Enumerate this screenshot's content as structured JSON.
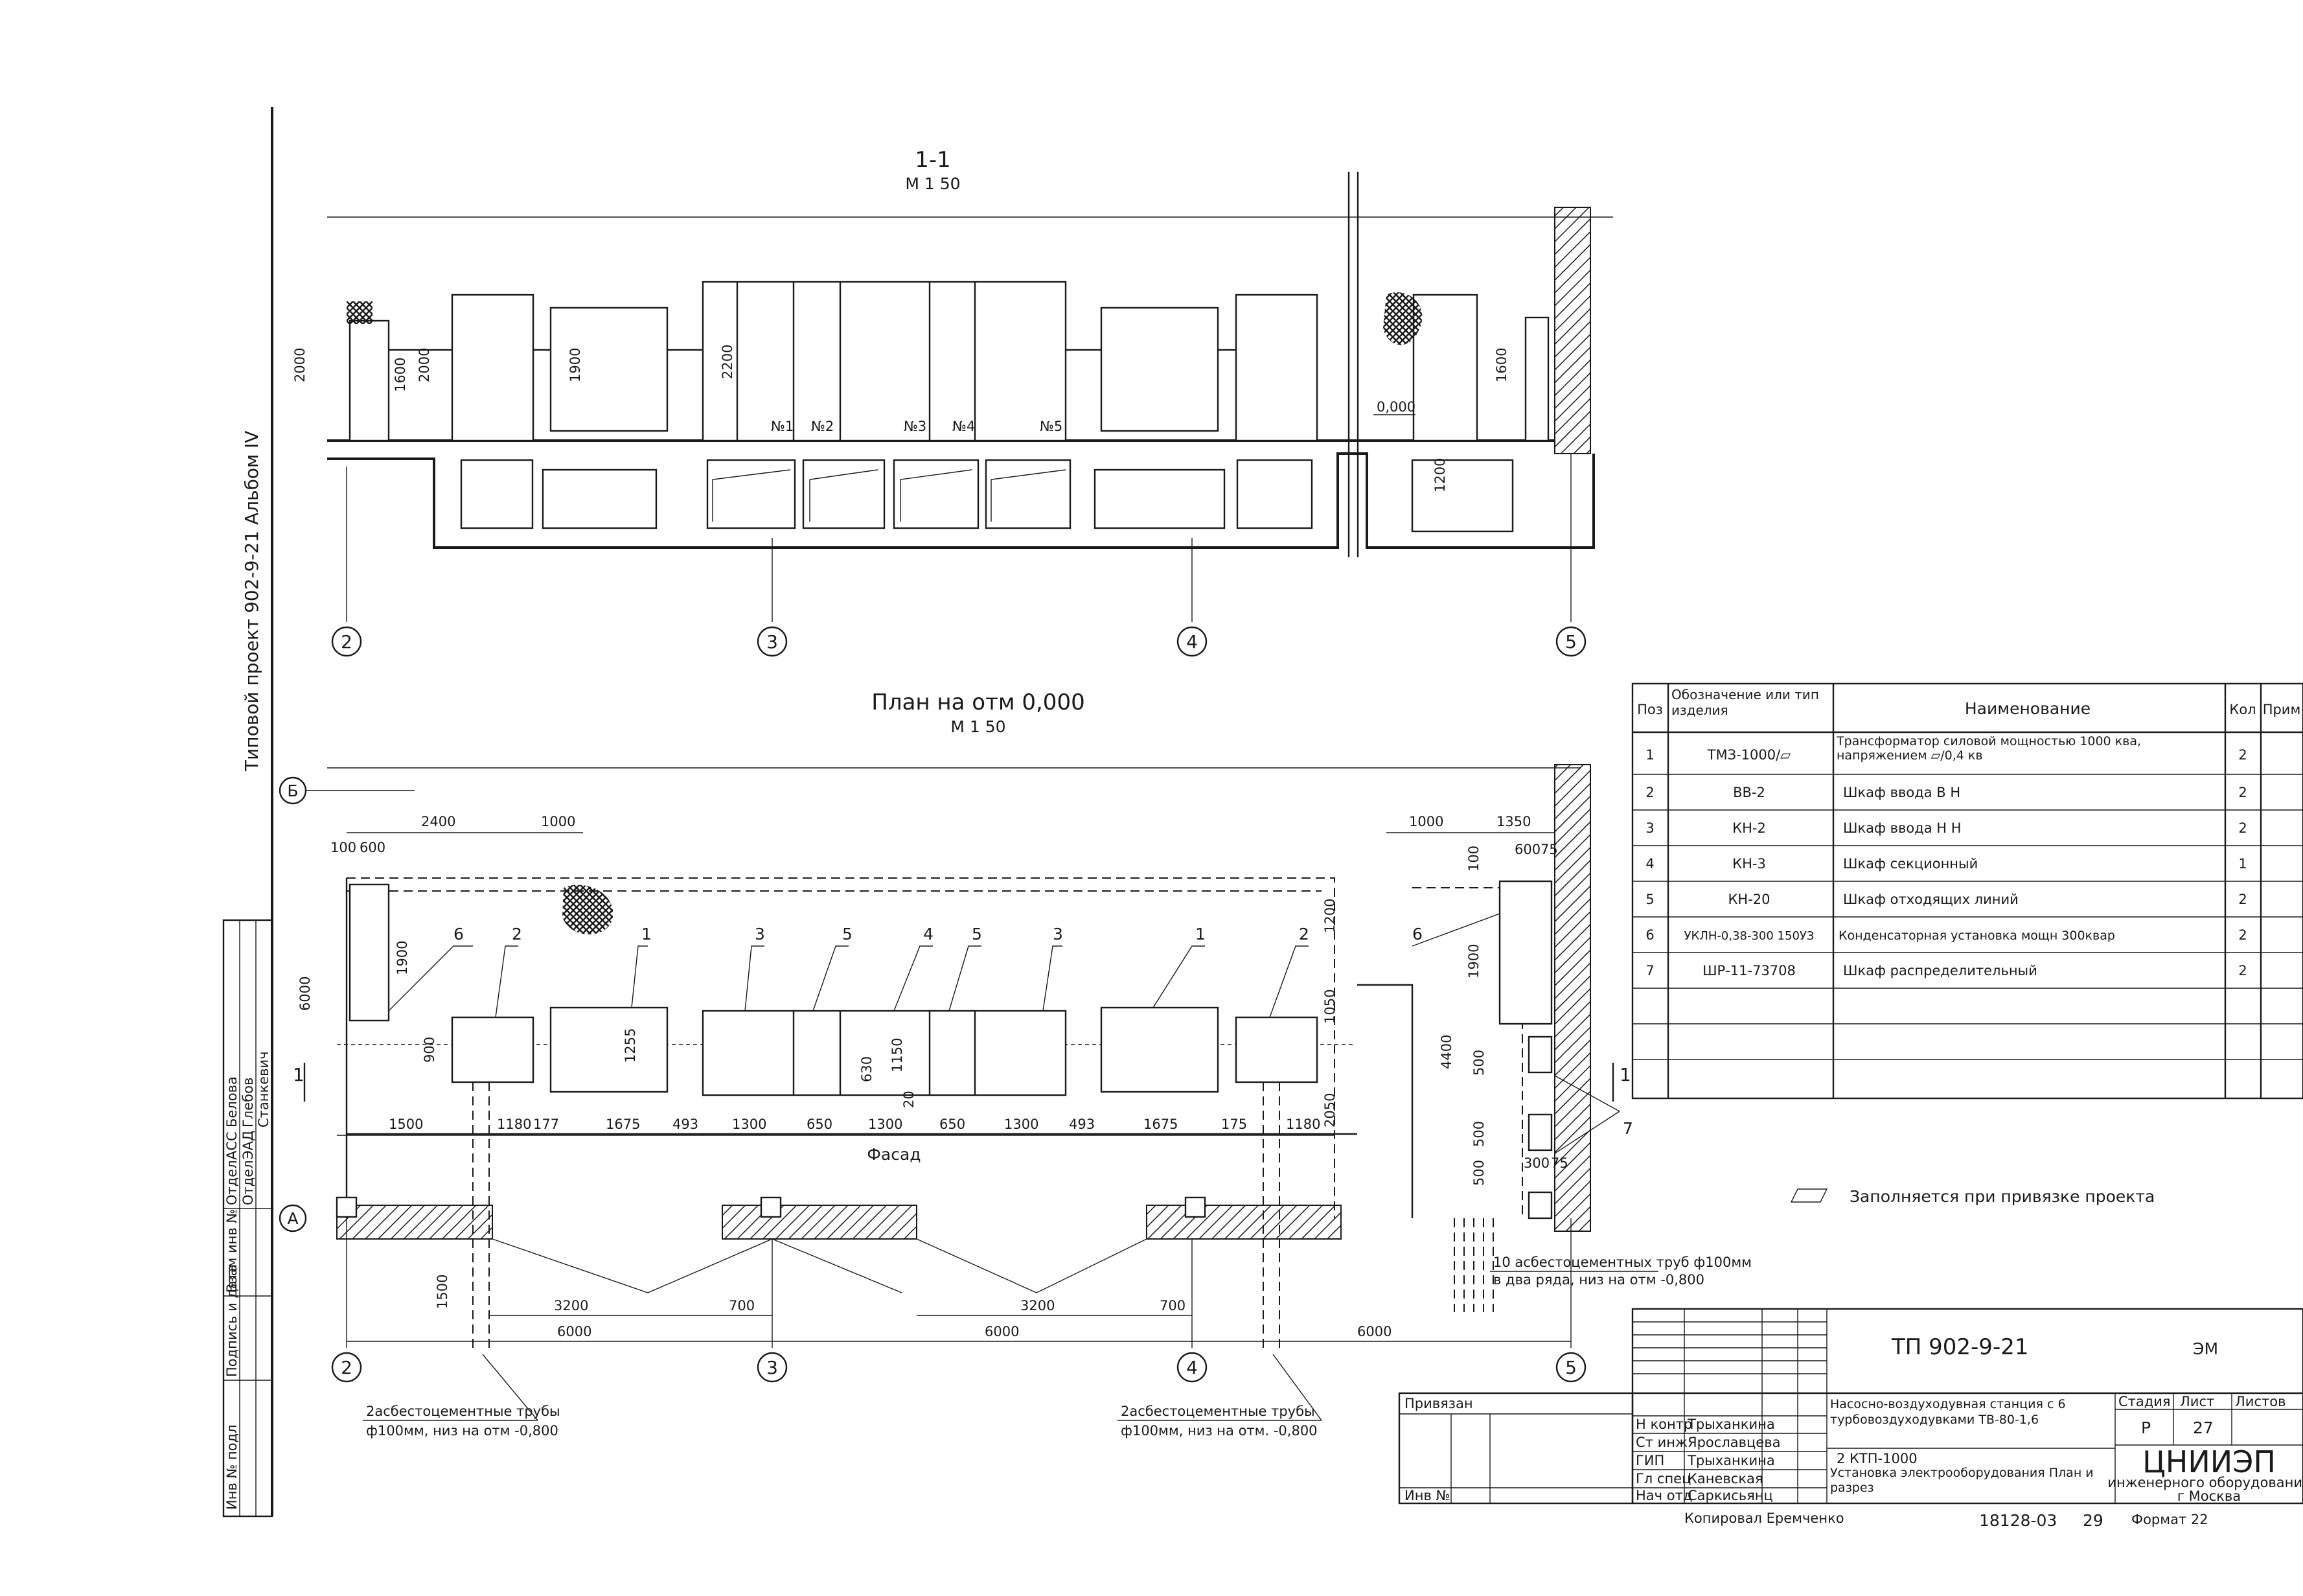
{
  "section": {
    "title": "1-1",
    "scale": "М 1 50"
  },
  "plan": {
    "title": "План  на  отм  0,000",
    "scale": "М 1 50",
    "facade_label": "Фасад"
  },
  "vertical_title": "Типовой  проект   902-9-21          Альбом IV",
  "section_dims": {
    "h_2000a": "2000",
    "h_2000b": "2000",
    "h_1600a": "1600",
    "h_1900": "1900",
    "h_2200": "2200",
    "h_1600b": "1600",
    "h_1200": "1200",
    "level": "0,000",
    "n1": "№1",
    "n2": "№2",
    "n3": "№3",
    "n4": "№4",
    "n5": "№5"
  },
  "plan_dims": {
    "d2400": "2400",
    "d1000a": "1000",
    "d100a": "100",
    "d600a": "600",
    "d6000v": "6000",
    "d1900a": "1900",
    "d900": "900",
    "d1255": "1255",
    "d630": "630",
    "d1150": "1150",
    "d20": "20",
    "d1200": "1200",
    "d1050": "1050",
    "d2050": "2050",
    "d1000b": "1000",
    "d1350": "1350",
    "d100b": "100",
    "d600b": "600",
    "d75a": "75",
    "d1900b": "1900",
    "d4400": "4400",
    "d500a": "500",
    "d500b": "500",
    "d500c": "500",
    "d300": "300",
    "d75b": "75",
    "row": [
      "1500",
      "1180",
      "177",
      "1675",
      "493",
      "1300",
      "650",
      "1300",
      "650",
      "1300",
      "493",
      "1675",
      "175",
      "1180"
    ],
    "d1500v": "1500",
    "d3200a": "3200",
    "d700a": "700",
    "d3200b": "3200",
    "d700b": "700",
    "d6000a": "6000",
    "d6000b": "6000",
    "d6000c": "6000"
  },
  "axes": {
    "a2": "2",
    "a3": "3",
    "a4": "4",
    "a5": "5",
    "aA": "А",
    "aB": "Б",
    "sec1": "1"
  },
  "callouts": {
    "c6a": "6",
    "c2a": "2",
    "c1a": "1",
    "c3a": "3",
    "c5a": "5",
    "c4": "4",
    "c5b": "5",
    "c3b": "3",
    "c1b": "1",
    "c2b": "2",
    "c6b": "6",
    "c7": "7"
  },
  "notes": {
    "pipes_left_1": "2асбестоцементные трубы",
    "pipes_left_2": "ф100мм, низ на отм -0,800",
    "pipes_right_1": "2асбестоцементные трубы",
    "pipes_right_2": "ф100мм, низ на отм. -0,800",
    "pipes_10_1": "10 асбестоцементных труб ф100мм",
    "pipes_10_2": "в два ряда, низ на отм -0,800",
    "fill_note": "Заполняется при привязке проекта"
  },
  "spec_table": {
    "headers": [
      "Поз",
      "Обозначение или тип  изделия",
      "Наименование",
      "Кол",
      "Прим"
    ],
    "rows": [
      {
        "pos": "1",
        "type": "ТМЗ-1000/▱",
        "name": "Трансформатор силовой мощностью 1000 ква, напряжением ▱/0,4 кв",
        "qty": "2"
      },
      {
        "pos": "2",
        "type": "ВВ-2",
        "name": "Шкаф ввода В Н",
        "qty": "2"
      },
      {
        "pos": "3",
        "type": "КН-2",
        "name": "Шкаф ввода Н Н",
        "qty": "2"
      },
      {
        "pos": "4",
        "type": "КН-3",
        "name": "Шкаф секционный",
        "qty": "1"
      },
      {
        "pos": "5",
        "type": "КН-20",
        "name": "Шкаф отходящих линий",
        "qty": "2"
      },
      {
        "pos": "6",
        "type": "УКЛН-0,38-300 150УЗ",
        "name": "Конденсаторная установка мощн 300квар",
        "qty": "2"
      },
      {
        "pos": "7",
        "type": "ШР-11-73708",
        "name": "Шкаф распределительный",
        "qty": "2"
      }
    ]
  },
  "left_stamp": {
    "rows": [
      {
        "col1": "Отдел",
        "col2": "АСС",
        "col3": "Белова"
      },
      {
        "col1": "Отдел",
        "col2": "ЭАД",
        "col3": "Глебов"
      },
      {
        "col1": "",
        "col2": "",
        "col3": "Станкевич"
      }
    ],
    "columns": [
      "Инв № подл",
      "Подпись и дата",
      "Взам инв №"
    ]
  },
  "title_block": {
    "code": "ТП  902-9-21",
    "sheet_mark": "ЭМ",
    "privyazan": "Привязан",
    "inv": "Инв №",
    "staff": [
      {
        "role": "Н контр",
        "name": "Трыханкина"
      },
      {
        "role": "Ст инж",
        "name": "Ярославцева"
      },
      {
        "role": "ГИП",
        "name": "Трыханкина"
      },
      {
        "role": "Гл спец",
        "name": "Каневская"
      },
      {
        "role": "Нач отд",
        "name": "Саркисьянц"
      }
    ],
    "desc1": "Насосно-воздуходувная станция с 6 турбовоздуходувками ТВ-80-1,6",
    "desc2": "2 КТП-1000",
    "desc3": "Установка электрооборудования План и разрез",
    "stadia_h": "Стадия",
    "list_h": "Лист",
    "listov_h": "Листов",
    "stadia": "Р",
    "list": "27",
    "listov": "",
    "org1": "ЦНИИЭП",
    "org2": "инженерного оборудования",
    "org3": "г Москва",
    "copied": "Копировал  Еремченко",
    "order": "18128-03",
    "page": "29",
    "format": "Формат 22"
  }
}
